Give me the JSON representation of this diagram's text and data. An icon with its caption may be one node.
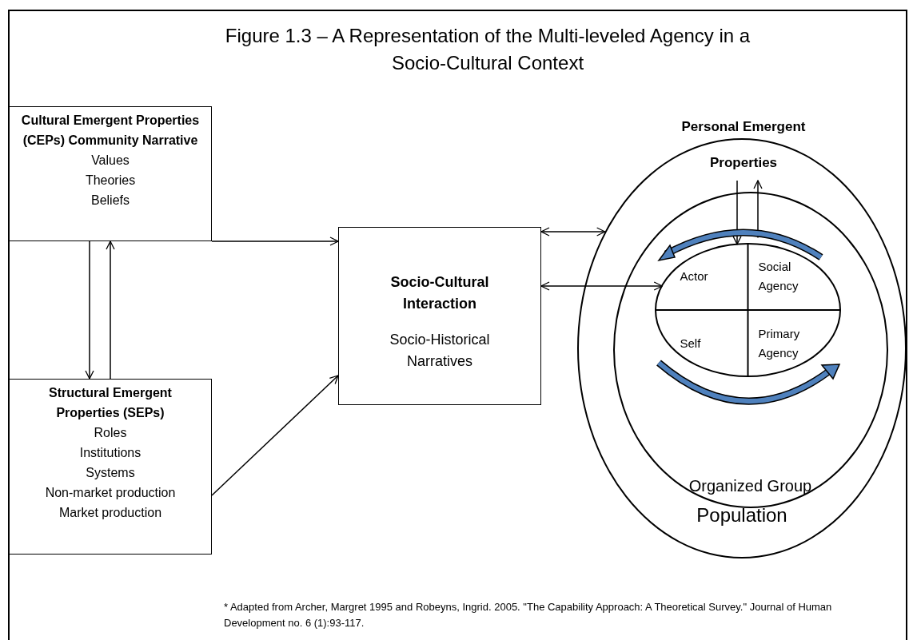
{
  "diagram": {
    "title": "Figure 1.3 – A Representation of the Multi-leveled Agency in a Socio-Cultural Context",
    "caption": "* Adapted from Archer, Margret 1995 and Robeyns, Ingrid. 2005. \"The Capability Approach: A Theoretical Survey.\" Journal of Human Development no. 6 (1):93-117.",
    "nodes": [
      {
        "text": [
          "Cultural Emergent Properties (CEPs) Community Narrative",
          "Values",
          "Theories",
          "Beliefs"
        ]
      },
      {
        "text": [
          "Structural Emergent Properties (SEPs)",
          "Roles",
          "Institutions",
          "Systems",
          "Non-market production",
          "Market production"
        ]
      },
      {
        "text": [
          "Socio-Cultural Interaction",
          "Socio-Historical Narratives"
        ]
      },
      {
        "text": [
          "Personal Emergent Properties",
          "Population"
        ]
      },
      {
        "text": [
          "Organized Group"
        ],
        "in": 3
      },
      {
        "text": [],
        "shape": "ellipse",
        "in": 4
      },
      {
        "text": [
          "Actor"
        ],
        "in": 5
      },
      {
        "text": [
          "Social Agency"
        ],
        "in": 5
      },
      {
        "text": [
          "Self"
        ],
        "in": 5
      },
      {
        "text": [
          "Primary Agency"
        ],
        "in": 5
      }
    ],
    "edges": [
      {
        "from": 0,
        "to": 2,
        "arrow": "to"
      },
      {
        "from": 1,
        "to": 2,
        "arrow": "to"
      },
      {
        "from": 0,
        "to": 1,
        "arrow": "to"
      },
      {
        "from": 1,
        "to": 0,
        "arrow": "to"
      },
      {
        "from": 2,
        "to": 3,
        "arrow": "both"
      },
      {
        "from": 2,
        "to": 5,
        "arrow": "both"
      },
      {
        "from": 3,
        "to": 5,
        "arrow": "to"
      },
      {
        "from": 5,
        "to": 3,
        "arrow": "to"
      }
    ]
  }
}
